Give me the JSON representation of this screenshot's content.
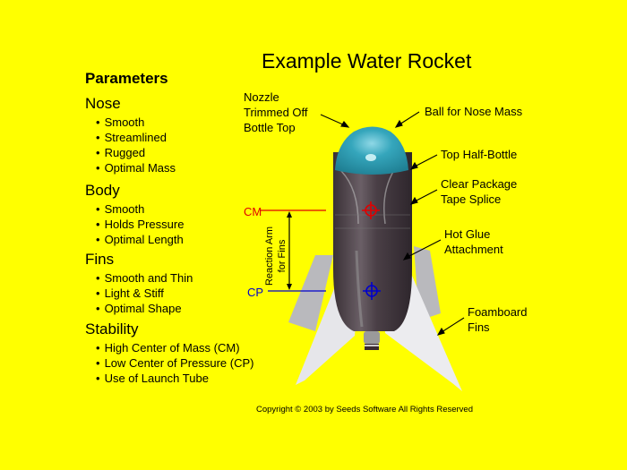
{
  "title": "Example Water Rocket",
  "parameters_heading": "Parameters",
  "sections": [
    {
      "heading": "Nose",
      "items": [
        "Smooth",
        "Streamlined",
        "Rugged",
        "Optimal Mass"
      ]
    },
    {
      "heading": "Body",
      "items": [
        "Smooth",
        "Holds Pressure",
        "Optimal Length"
      ]
    },
    {
      "heading": "Fins",
      "items": [
        "Smooth and Thin",
        "Light & Stiff",
        "Optimal Shape"
      ]
    },
    {
      "heading": "Stability",
      "items": [
        "High Center of Mass (CM)",
        "Low Center of Pressure (CP)",
        "Use of Launch Tube"
      ]
    }
  ],
  "callouts": {
    "nozzle": [
      "Nozzle",
      "Trimmed Off",
      "Bottle Top"
    ],
    "ball": [
      "Ball for Nose Mass"
    ],
    "top_half": [
      "Top Half-Bottle"
    ],
    "tape": [
      "Clear Package",
      "Tape Splice"
    ],
    "glue": [
      "Hot Glue",
      "Attachment"
    ],
    "fins": [
      "Foamboard",
      "Fins"
    ]
  },
  "markers": {
    "cm_label": "CM",
    "cp_label": "CP",
    "reaction_arm": [
      "Reaction Arm",
      "for Fins"
    ]
  },
  "colors": {
    "background": "#ffff00",
    "cm": "#e00000",
    "cp": "#0000cc",
    "nose": "#2f9fb5",
    "fin": "#e6e6ea"
  },
  "copyright": "Copyright © 2003 by Seeds Software All Rights Reserved"
}
